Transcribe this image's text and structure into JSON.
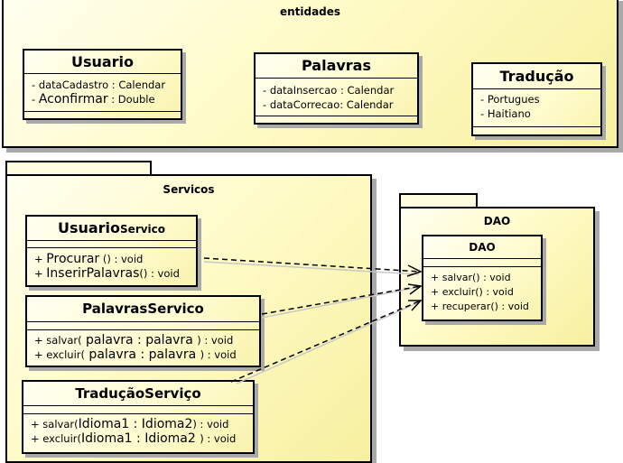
{
  "packages": {
    "entidades": {
      "title": "entidades"
    },
    "servicos": {
      "title": "Servicos"
    },
    "dao": {
      "title": "DAO"
    }
  },
  "classes": {
    "usuario": {
      "name": "Usuario",
      "attributes": [
        {
          "prefix": "- ",
          "name": "dataCadastro",
          "type": " : Calendar"
        },
        {
          "prefix": "- ",
          "name": "Aconfirmar",
          "type": "  : Double"
        }
      ]
    },
    "palavras": {
      "name": "Palavras",
      "attributes": [
        {
          "prefix": "- ",
          "name": "dataInsercao",
          "type": " : Calendar"
        },
        {
          "prefix": "- ",
          "name": "dataCorrecao",
          "type": ": Calendar"
        }
      ]
    },
    "traducao": {
      "name": "Tradução",
      "attributes": [
        {
          "prefix": "- ",
          "name": "Portugues"
        },
        {
          "prefix": "- ",
          "name": "Haitiano"
        }
      ]
    },
    "usuario_servico": {
      "name_main": "Usuario",
      "name_suffix": "Servico",
      "operations": [
        {
          "prefix": "+ ",
          "name": "Procurar",
          "sig": " () : void"
        },
        {
          "prefix": "+   ",
          "name": "InserirPalavras",
          "sig": "() : void"
        }
      ]
    },
    "palavras_servico": {
      "name": "PalavrasServico",
      "operations": [
        {
          "prefix": "+ salvar(",
          "params": " palavra : palavra ",
          "suffix": ") : void"
        },
        {
          "prefix": "+ excluir(",
          "params": " palavra : palavra ",
          "suffix": ") : void"
        }
      ]
    },
    "traducao_servico": {
      "name": "TraduçãoServiço",
      "operations": [
        {
          "prefix": "+ salvar(",
          "params": "Idioma1 : Idioma2",
          "suffix": ") : void"
        },
        {
          "prefix": "+ excluir(",
          "params": "Idioma1 : Idioma2 ",
          "suffix": ") : void"
        }
      ]
    },
    "dao": {
      "name": "DAO",
      "operations": [
        {
          "text": "+ salvar() : void"
        },
        {
          "text": "+ excluir() : void"
        },
        {
          "text": "+ recuperar() : void"
        }
      ]
    }
  }
}
